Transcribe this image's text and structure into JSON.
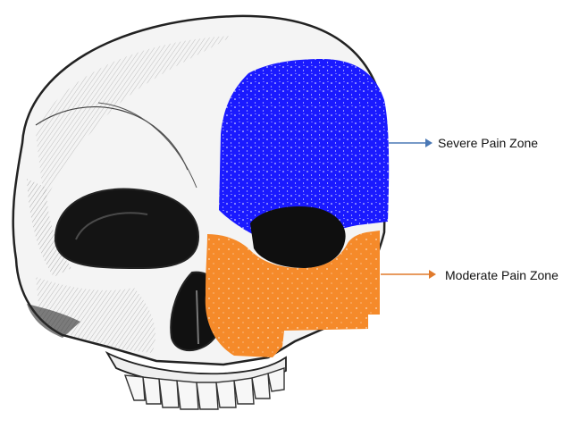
{
  "figure": {
    "illustration": "skull-three-quarter-view",
    "zones": [
      {
        "id": "severe",
        "label": "Severe Pain Zone",
        "color": "#1a1aff",
        "arrow_color": "#4a78b5"
      },
      {
        "id": "moderate",
        "label": "Moderate Pain Zone",
        "color": "#f58a2a",
        "arrow_color": "#e07a2c"
      }
    ]
  }
}
